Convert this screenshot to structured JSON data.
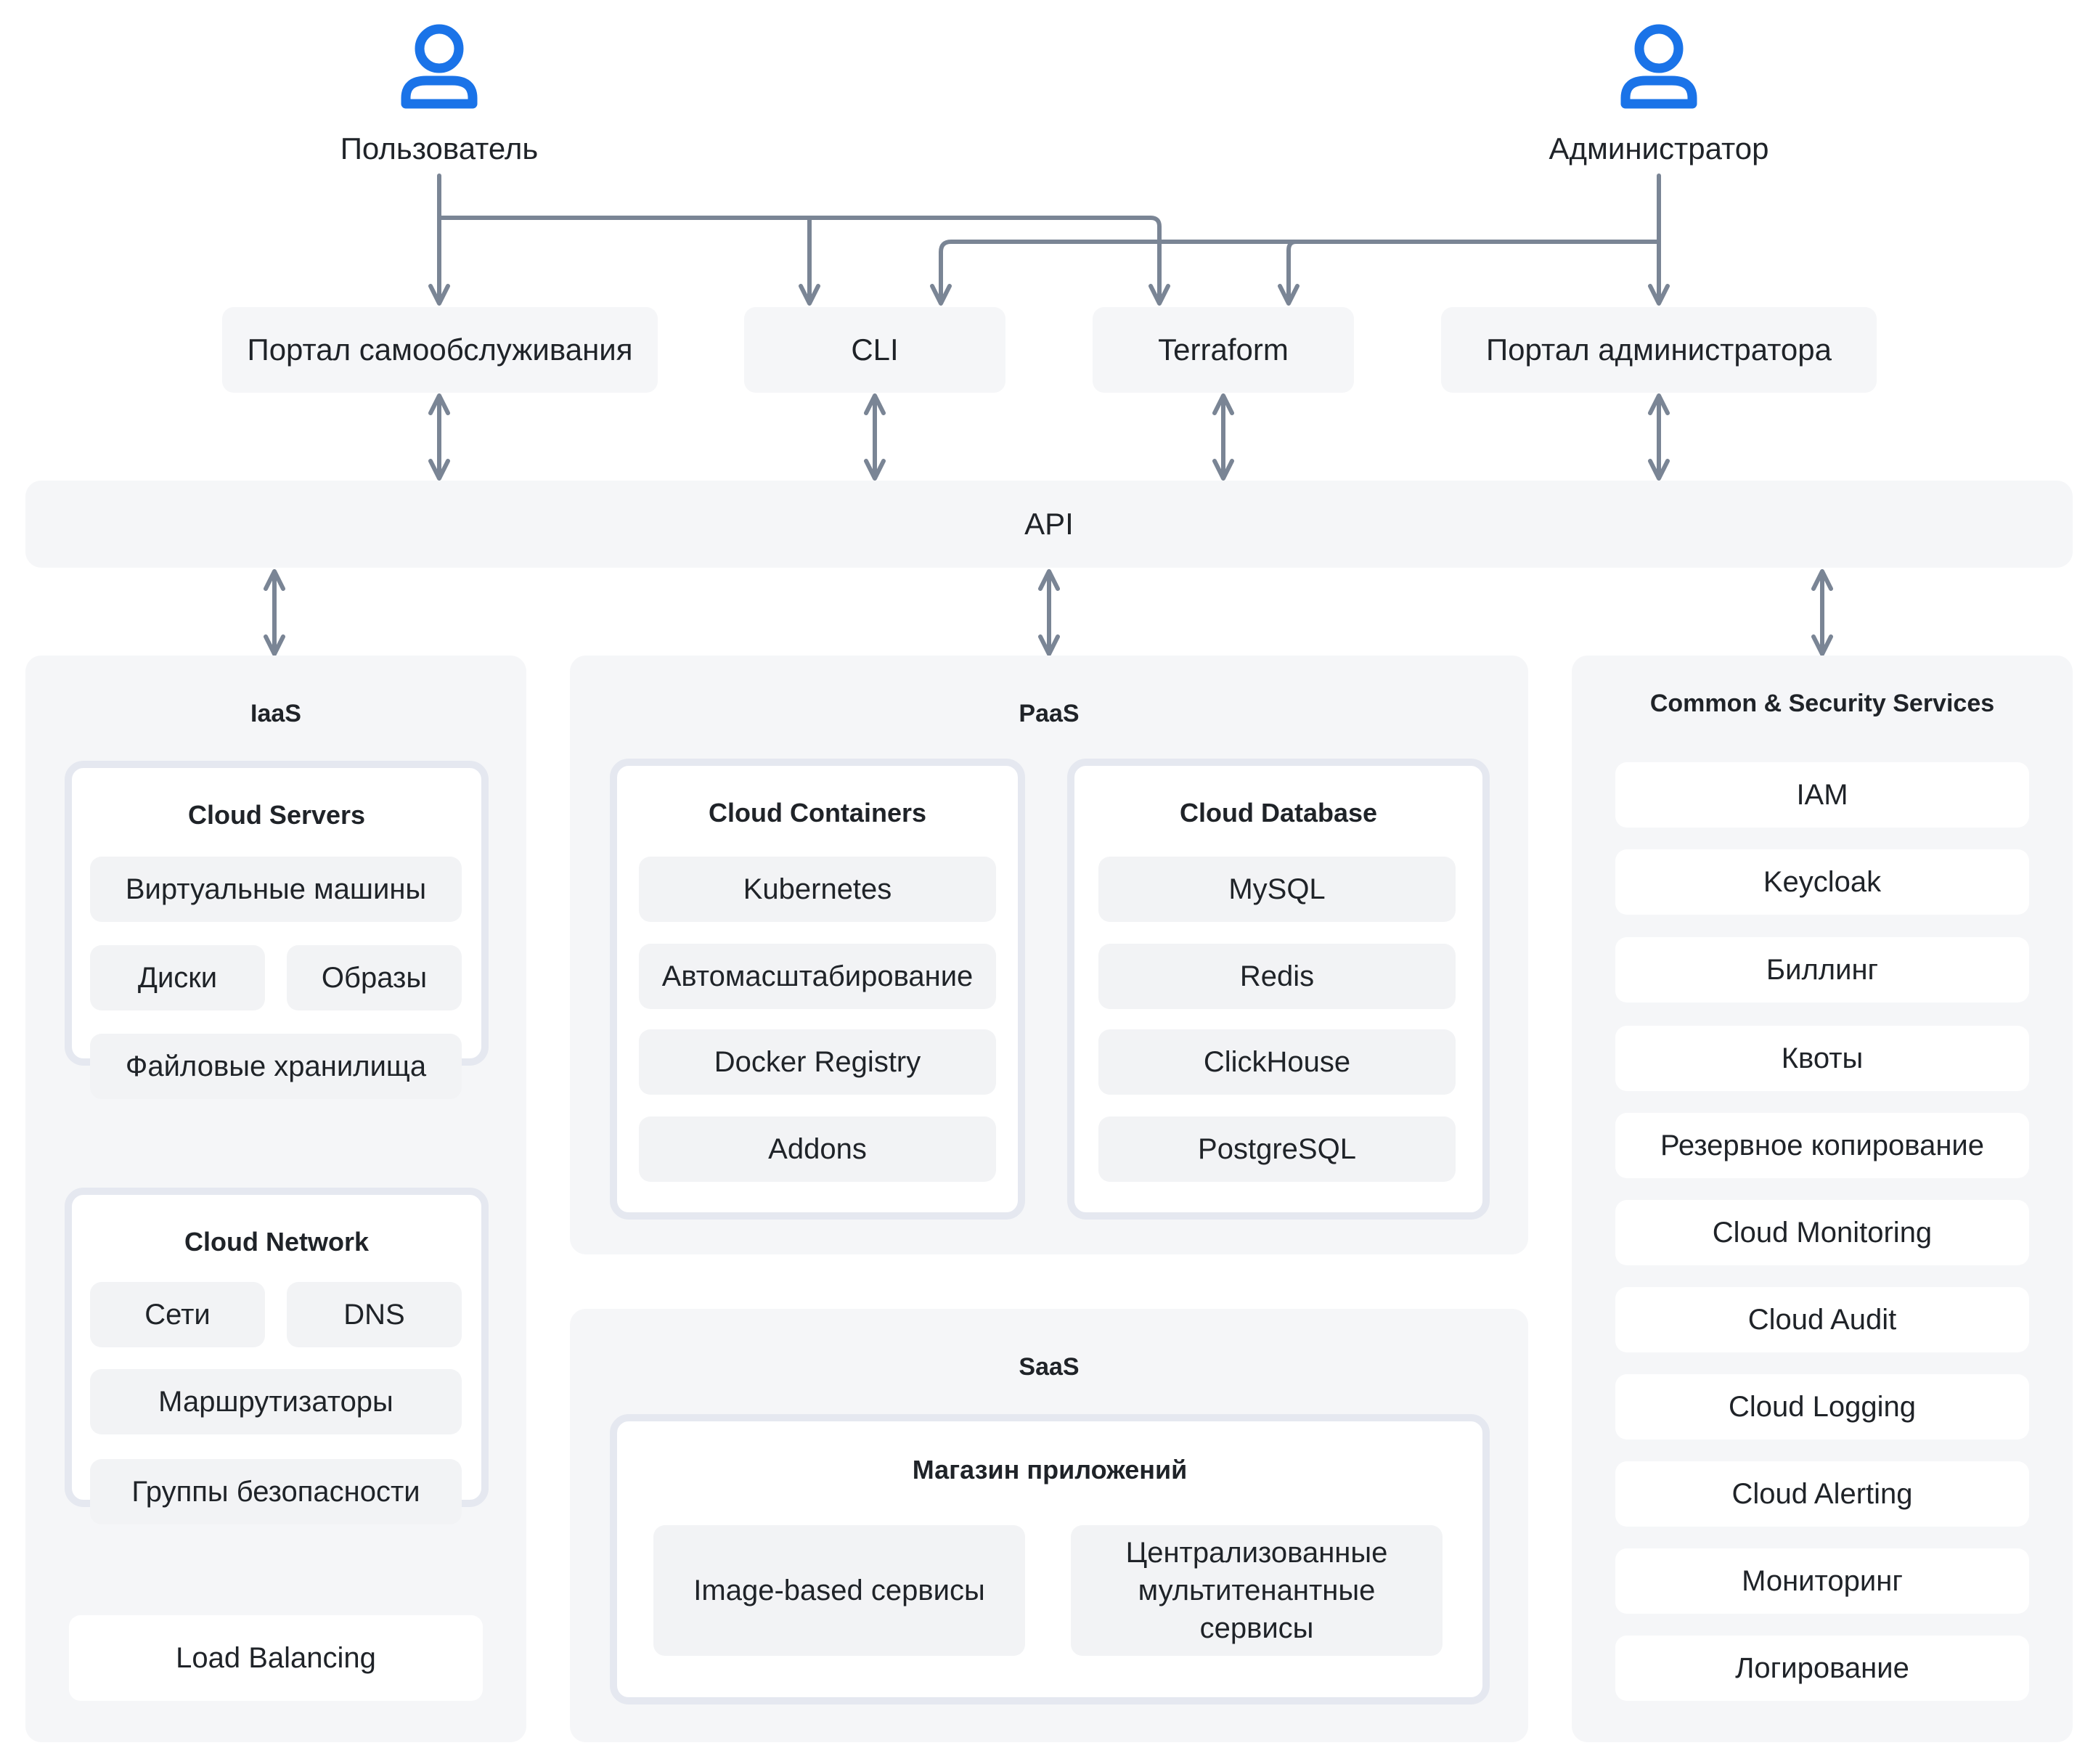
{
  "actors": {
    "user": {
      "label": "Пользователь",
      "icon": "user-icon"
    },
    "admin": {
      "label": "Администратор",
      "icon": "user-icon"
    }
  },
  "colors": {
    "accent": "#1a73e8",
    "connector": "#7a8595",
    "panel": "#f5f6f8",
    "item": "#f2f3f5",
    "inner_border": "#e5e8f0"
  },
  "entry_points": [
    "Портал самообслуживания",
    "CLI",
    "Terraform",
    "Портал администратора"
  ],
  "api": {
    "label": "API"
  },
  "iaas": {
    "title": "IaaS",
    "cloud_servers": {
      "title": "Cloud Servers",
      "vms": "Виртуальные машины",
      "disks": "Диски",
      "images": "Образы",
      "file_storage": "Файловые хранилища"
    },
    "cloud_network": {
      "title": "Cloud Network",
      "networks": "Сети",
      "dns": "DNS",
      "routers": "Маршрутизаторы",
      "security_groups": "Группы безопасности"
    },
    "load_balancing": "Load Balancing"
  },
  "paas": {
    "title": "PaaS",
    "containers": {
      "title": "Cloud Containers",
      "items": [
        "Kubernetes",
        "Автомасштабирование",
        "Docker Registry",
        "Addons"
      ]
    },
    "database": {
      "title": "Cloud Database",
      "items": [
        "MySQL",
        "Redis",
        "ClickHouse",
        "PostgreSQL"
      ]
    }
  },
  "saas": {
    "title": "SaaS",
    "store": {
      "title": "Магазин приложений",
      "image_based": "Image-based сервисы",
      "multitenant": "Централизованные мультитенантные сервисы"
    }
  },
  "common": {
    "title": "Common & Security Services",
    "items": [
      "IAM",
      "Keycloak",
      "Биллинг",
      "Квоты",
      "Резервное копирование",
      "Cloud Monitoring",
      "Cloud Audit",
      "Cloud Logging",
      "Cloud Alerting",
      "Мониторинг",
      "Логирование"
    ]
  }
}
